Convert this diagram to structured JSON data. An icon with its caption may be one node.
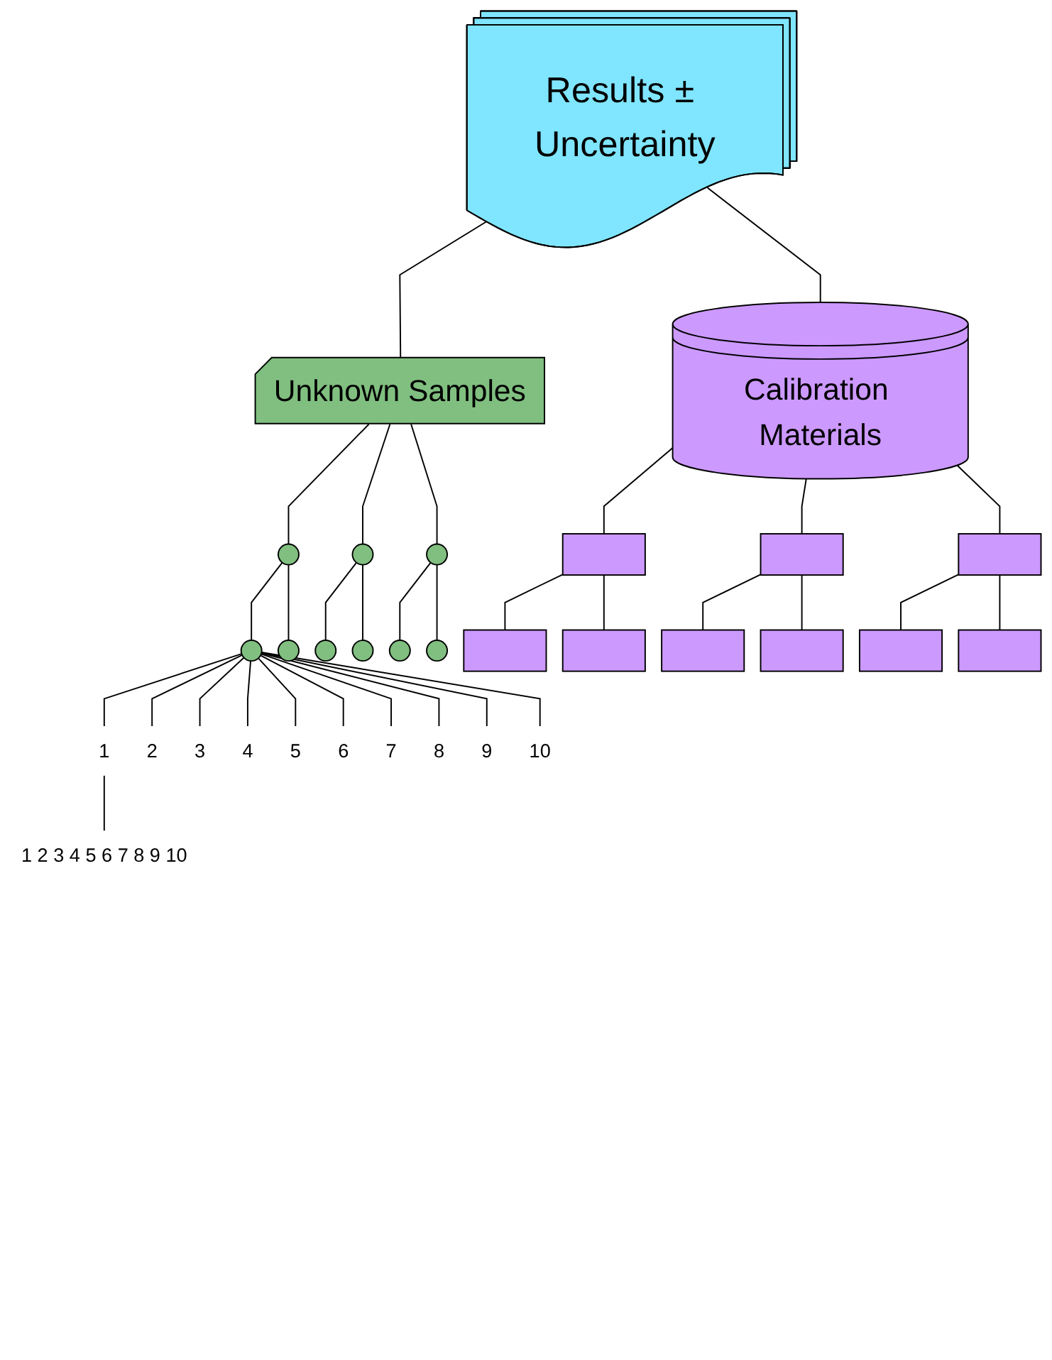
{
  "diagram": {
    "nodes": [
      {
        "text": [
          "Results ± Uncertainty"
        ]
      },
      {
        "text": [
          "Unknown Samples"
        ]
      },
      {
        "text": [
          "Calibration Materials"
        ]
      },
      {
        "text": [],
        "shape": "circle"
      },
      {
        "text": [],
        "shape": "circle"
      },
      {
        "text": [],
        "shape": "circle"
      },
      {
        "text": [],
        "shape": "box"
      },
      {
        "text": [],
        "shape": "box"
      },
      {
        "text": [],
        "shape": "box"
      },
      {
        "text": [],
        "shape": "circle"
      },
      {
        "text": [],
        "shape": "circle"
      },
      {
        "text": [],
        "shape": "circle"
      },
      {
        "text": [],
        "shape": "circle"
      },
      {
        "text": [],
        "shape": "circle"
      },
      {
        "text": [],
        "shape": "circle"
      },
      {
        "text": [],
        "shape": "box"
      },
      {
        "text": [],
        "shape": "box"
      },
      {
        "text": [],
        "shape": "box"
      },
      {
        "text": [],
        "shape": "box"
      },
      {
        "text": [],
        "shape": "box"
      },
      {
        "text": [],
        "shape": "box"
      },
      {
        "text": [
          "1"
        ]
      },
      {
        "text": [
          "2"
        ]
      },
      {
        "text": [
          "3"
        ]
      },
      {
        "text": [
          "4"
        ]
      },
      {
        "text": [
          "5"
        ]
      },
      {
        "text": [
          "6"
        ]
      },
      {
        "text": [
          "7"
        ]
      },
      {
        "text": [
          "8"
        ]
      },
      {
        "text": [
          "9"
        ]
      },
      {
        "text": [
          "10"
        ]
      },
      {
        "text": [
          "1 2 3 4 5 6 7 8 9 10"
        ]
      }
    ],
    "edges": [
      {
        "from": 0,
        "to": 1,
        "arrow": "none"
      },
      {
        "from": 0,
        "to": 2,
        "arrow": "none"
      },
      {
        "from": 1,
        "to": 3,
        "arrow": "none"
      },
      {
        "from": 1,
        "to": 4,
        "arrow": "none"
      },
      {
        "from": 1,
        "to": 5,
        "arrow": "none"
      },
      {
        "from": 2,
        "to": 6,
        "arrow": "none"
      },
      {
        "from": 2,
        "to": 7,
        "arrow": "none"
      },
      {
        "from": 2,
        "to": 8,
        "arrow": "none"
      },
      {
        "from": 3,
        "to": 9,
        "arrow": "none"
      },
      {
        "from": 3,
        "to": 10,
        "arrow": "none"
      },
      {
        "from": 4,
        "to": 11,
        "arrow": "none"
      },
      {
        "from": 4,
        "to": 12,
        "arrow": "none"
      },
      {
        "from": 5,
        "to": 13,
        "arrow": "none"
      },
      {
        "from": 5,
        "to": 14,
        "arrow": "none"
      },
      {
        "from": 6,
        "to": 15,
        "arrow": "none"
      },
      {
        "from": 6,
        "to": 16,
        "arrow": "none"
      },
      {
        "from": 7,
        "to": 17,
        "arrow": "none"
      },
      {
        "from": 7,
        "to": 18,
        "arrow": "none"
      },
      {
        "from": 8,
        "to": 19,
        "arrow": "none"
      },
      {
        "from": 8,
        "to": 20,
        "arrow": "none"
      },
      {
        "from": 9,
        "to": 21,
        "arrow": "none"
      },
      {
        "from": 9,
        "to": 22,
        "arrow": "none"
      },
      {
        "from": 9,
        "to": 23,
        "arrow": "none"
      },
      {
        "from": 9,
        "to": 24,
        "arrow": "none"
      },
      {
        "from": 9,
        "to": 25,
        "arrow": "none"
      },
      {
        "from": 9,
        "to": 26,
        "arrow": "none"
      },
      {
        "from": 9,
        "to": 27,
        "arrow": "none"
      },
      {
        "from": 9,
        "to": 28,
        "arrow": "none"
      },
      {
        "from": 9,
        "to": 29,
        "arrow": "none"
      },
      {
        "from": 9,
        "to": 30,
        "arrow": "none"
      },
      {
        "from": 21,
        "to": 31,
        "arrow": "none"
      }
    ]
  }
}
